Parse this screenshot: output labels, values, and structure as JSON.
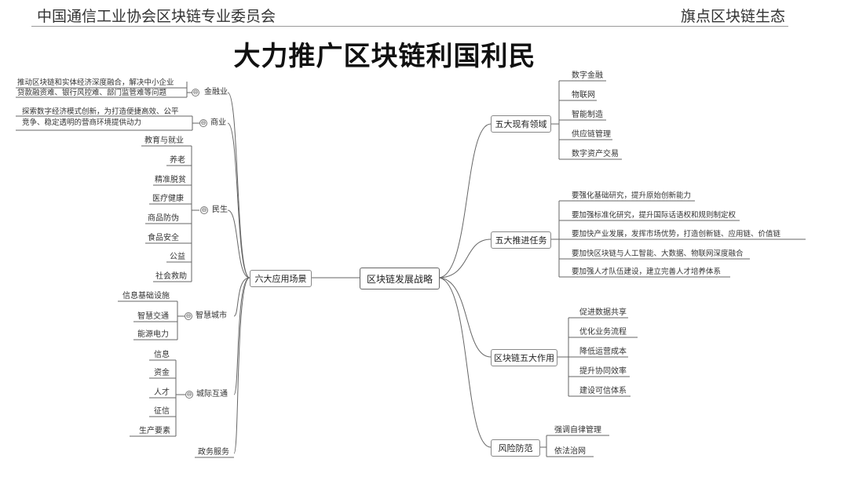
{
  "header": {
    "left": "中国通信工业协会区块链专业委员会",
    "right": "旗点区块链生态"
  },
  "title": "大力推广区块链利国利民",
  "center": "区块链发展战略",
  "left_branch": {
    "label": "六大应用场景",
    "groups": [
      {
        "label": "金融业",
        "items": [
          "推动区块链和实体经济深度融合，解决中小企业",
          "贷款融资难、银行风控难、部门监管难等问题"
        ]
      },
      {
        "label": "商业",
        "items": [
          "探索数字经济模式创新，为打造便捷高效、公平",
          "竞争、稳定透明的营商环境提供动力"
        ]
      },
      {
        "label": "民生",
        "items": [
          "教育与就业",
          "养老",
          "精准脱贫",
          "医疗健康",
          "商品防伪",
          "食品安全",
          "公益",
          "社会救助"
        ]
      },
      {
        "label": "智慧城市",
        "items": [
          "信息基础设施",
          "智慧交通",
          "能源电力"
        ]
      },
      {
        "label": "城际互通",
        "items": [
          "信息",
          "资金",
          "人才",
          "征信",
          "生产要素"
        ]
      },
      {
        "label": "政务服务",
        "items": []
      }
    ]
  },
  "right_branches": [
    {
      "label": "五大现有领域",
      "items": [
        "数字金融",
        "物联网",
        "智能制造",
        "供应链管理",
        "数字资产交易"
      ]
    },
    {
      "label": "五大推进任务",
      "items": [
        "要强化基础研究，提升原始创新能力",
        "要加强标准化研究，提升国际话语权和规则制定权",
        "要加快产业发展，发挥市场优势，打造创新链、应用链、价值链",
        "要加快区块链与人工智能、大数据、物联网深度融合",
        "要加强人才队伍建设，建立完善人才培养体系"
      ]
    },
    {
      "label": "区块链五大作用",
      "items": [
        "促进数据共享",
        "优化业务流程",
        "降低运营成本",
        "提升协同效率",
        "建设可信体系"
      ]
    },
    {
      "label": "风险防范",
      "items": [
        "强调自律管理",
        "依法治网"
      ]
    }
  ],
  "toggle_symbol": "⊖"
}
